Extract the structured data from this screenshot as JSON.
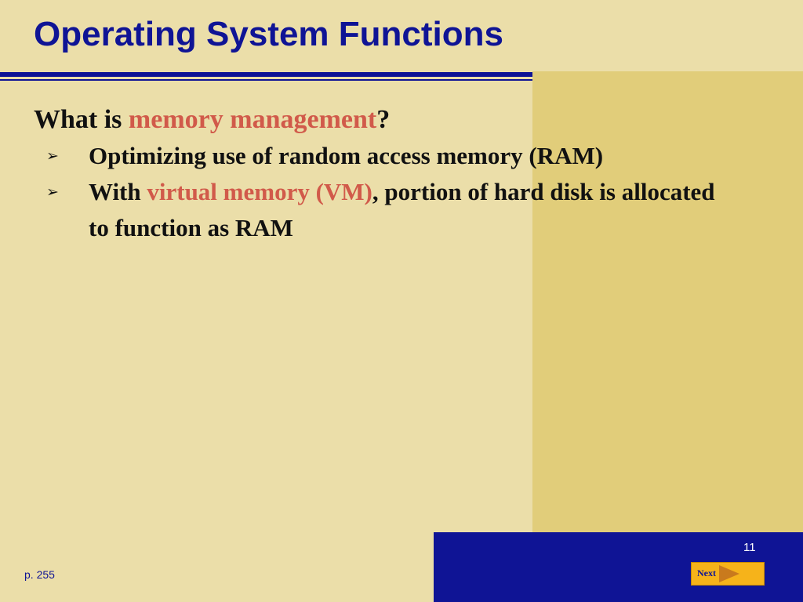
{
  "slide": {
    "title": "Operating System Functions",
    "question": {
      "prefix": "What is ",
      "highlight": "memory management",
      "suffix": "?"
    },
    "bullets": [
      {
        "marker": "➢",
        "text": "Optimizing use of random access memory (RAM)"
      },
      {
        "marker": "➢",
        "prefix": "With ",
        "highlight": "virtual memory (VM)",
        "suffix": ", portion of hard disk is allocated to function as RAM"
      }
    ]
  },
  "footer": {
    "page_reference": "p. 255",
    "slide_number": "11",
    "next_label": "Next"
  },
  "colors": {
    "background": "#ebdea9",
    "right_panel": "#e1cd7a",
    "title_blue": "#0f1495",
    "accent_red": "#d15a4a",
    "next_button": "#f6b31a"
  }
}
